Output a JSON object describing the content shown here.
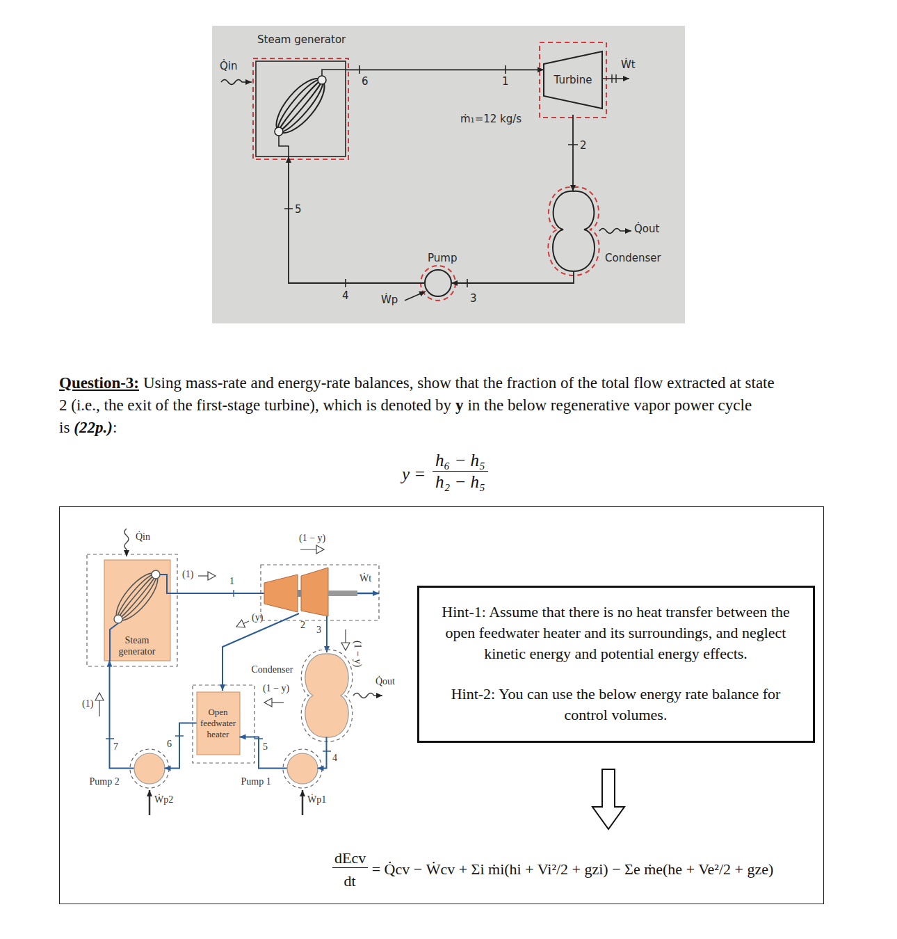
{
  "diagram": {
    "nodes": [
      {
        "text": [
          "Steam generator"
        ]
      },
      {
        "text": [
          "Turbine"
        ]
      },
      {
        "text": [
          "Condenser"
        ]
      },
      {
        "text": [
          "Pump"
        ]
      },
      {
        "text": [
          "dEcv",
          "dt",
          "= Q̇cv − Ẇcv + Σi ṁi(hi + Vi²/2 + gzi) − Σe ṁe(he + Ve²/2 + gze)"
        ]
      },
      {
        "text": [
          "Steam generator"
        ],
        "in": 4
      },
      {
        "text": [
          "Condenser"
        ],
        "in": 4
      },
      {
        "text": [
          "Open feedwater heater"
        ],
        "in": 4
      },
      {
        "text": [
          "Pump 2"
        ],
        "in": 4
      },
      {
        "text": [
          "Pump 1"
        ],
        "in": 4
      },
      {
        "text": [
          "Hint-1: Assume that there is no heat transfer between the open feedwater heater and its surroundings, and neglect kinetic energy and potential energy effects.",
          "Hint-2: You can use the below energy rate balance for control volumes."
        ],
        "in": 4
      }
    ],
    "edges": [
      {
        "from": 0,
        "to": 1,
        "arrow": "to"
      },
      {
        "from": 1,
        "to": 2,
        "arrow": "to"
      },
      {
        "from": 2,
        "to": 3,
        "arrow": "to"
      },
      {
        "from": 3,
        "to": 0,
        "arrow": "to"
      },
      {
        "from": 6,
        "to": 9,
        "arrow": "to"
      },
      {
        "from": 9,
        "to": 7,
        "arrow": "to"
      },
      {
        "from": 7,
        "to": 8,
        "arrow": "to"
      },
      {
        "from": 8,
        "to": 5,
        "arrow": "to"
      }
    ],
    "labels": [
      "Q̇in",
      "6",
      "1",
      "ṁ₁=12 kg/s",
      "Ẇt",
      "2",
      "Q̇out",
      "3",
      "4",
      "5",
      "Ẇp",
      "Question-3:",
      "Using mass-rate and energy-rate balances, show that the fraction of the total flow extracted at state 2 (i.e., the exit of the first-stage turbine), which is denoted by",
      "y",
      "in the below regenerative vapor power cycle is",
      "(22p.)",
      ":",
      "y =",
      "h₆ − h₅",
      "h₂ − h₅",
      "Q̇in",
      "(1 − y)",
      "(1)",
      "1",
      "Ẇt",
      "(y)",
      "2",
      "3",
      "(1 − y)",
      "Q̇out",
      "(1 − y)",
      "5",
      "4",
      "6",
      "7",
      "(1)",
      "Ẇp2",
      "Ẇp1"
    ]
  }
}
